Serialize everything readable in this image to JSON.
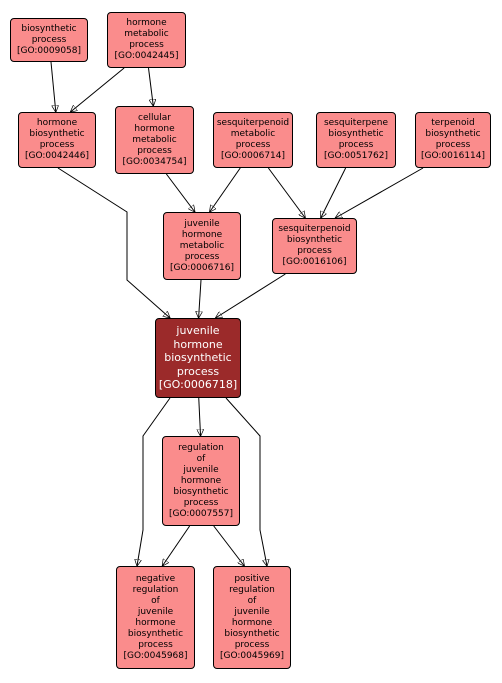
{
  "nodes": [
    {
      "id": "n9058",
      "lines": [
        "biosynthetic",
        "process",
        "[GO:0009058]"
      ]
    },
    {
      "id": "n42445",
      "lines": [
        "hormone",
        "metabolic",
        "process",
        "[GO:0042445]"
      ]
    },
    {
      "id": "n42446",
      "lines": [
        "hormone",
        "biosynthetic",
        "process",
        "[GO:0042446]"
      ]
    },
    {
      "id": "n34754",
      "lines": [
        "cellular",
        "hormone",
        "metabolic",
        "process",
        "[GO:0034754]"
      ]
    },
    {
      "id": "n6714",
      "lines": [
        "sesquiterpenoid",
        "metabolic",
        "process",
        "[GO:0006714]"
      ]
    },
    {
      "id": "n51762",
      "lines": [
        "sesquiterpene",
        "biosynthetic",
        "process",
        "[GO:0051762]"
      ]
    },
    {
      "id": "n16114",
      "lines": [
        "terpenoid",
        "biosynthetic",
        "process",
        "[GO:0016114]"
      ]
    },
    {
      "id": "n6716",
      "lines": [
        "juvenile",
        "hormone",
        "metabolic",
        "process",
        "[GO:0006716]"
      ]
    },
    {
      "id": "n16106",
      "lines": [
        "sesquiterpenoid",
        "biosynthetic",
        "process",
        "[GO:0016106]"
      ]
    },
    {
      "id": "n6718",
      "lines": [
        "juvenile",
        "hormone",
        "biosynthetic",
        "process",
        "[GO:0006718]"
      ],
      "focus": true
    },
    {
      "id": "n7557",
      "lines": [
        "regulation",
        "of",
        "juvenile",
        "hormone",
        "biosynthetic",
        "process",
        "[GO:0007557]"
      ]
    },
    {
      "id": "n45968",
      "lines": [
        "negative",
        "regulation",
        "of",
        "juvenile",
        "hormone",
        "biosynthetic",
        "process",
        "[GO:0045968]"
      ]
    },
    {
      "id": "n45969",
      "lines": [
        "positive",
        "regulation",
        "of",
        "juvenile",
        "hormone",
        "biosynthetic",
        "process",
        "[GO:0045969]"
      ]
    }
  ],
  "edges": [
    {
      "from": "n9058",
      "to": "n42446"
    },
    {
      "from": "n42445",
      "to": "n42446"
    },
    {
      "from": "n42445",
      "to": "n34754"
    },
    {
      "from": "n34754",
      "to": "n6716"
    },
    {
      "from": "n6714",
      "to": "n6716"
    },
    {
      "from": "n6714",
      "to": "n16106"
    },
    {
      "from": "n51762",
      "to": "n16106"
    },
    {
      "from": "n16114",
      "to": "n16106"
    },
    {
      "from": "n42446",
      "to": "n6718"
    },
    {
      "from": "n6716",
      "to": "n6718"
    },
    {
      "from": "n16106",
      "to": "n6718"
    },
    {
      "from": "n6718",
      "to": "n7557"
    },
    {
      "from": "n6718",
      "to": "n45968"
    },
    {
      "from": "n6718",
      "to": "n45969"
    },
    {
      "from": "n7557",
      "to": "n45968"
    },
    {
      "from": "n7557",
      "to": "n45969"
    }
  ],
  "colors": {
    "node_fill": "#fa8c8c",
    "focus_fill": "#9b2a2a",
    "focus_text": "#ffffff",
    "edge": "#000000"
  }
}
